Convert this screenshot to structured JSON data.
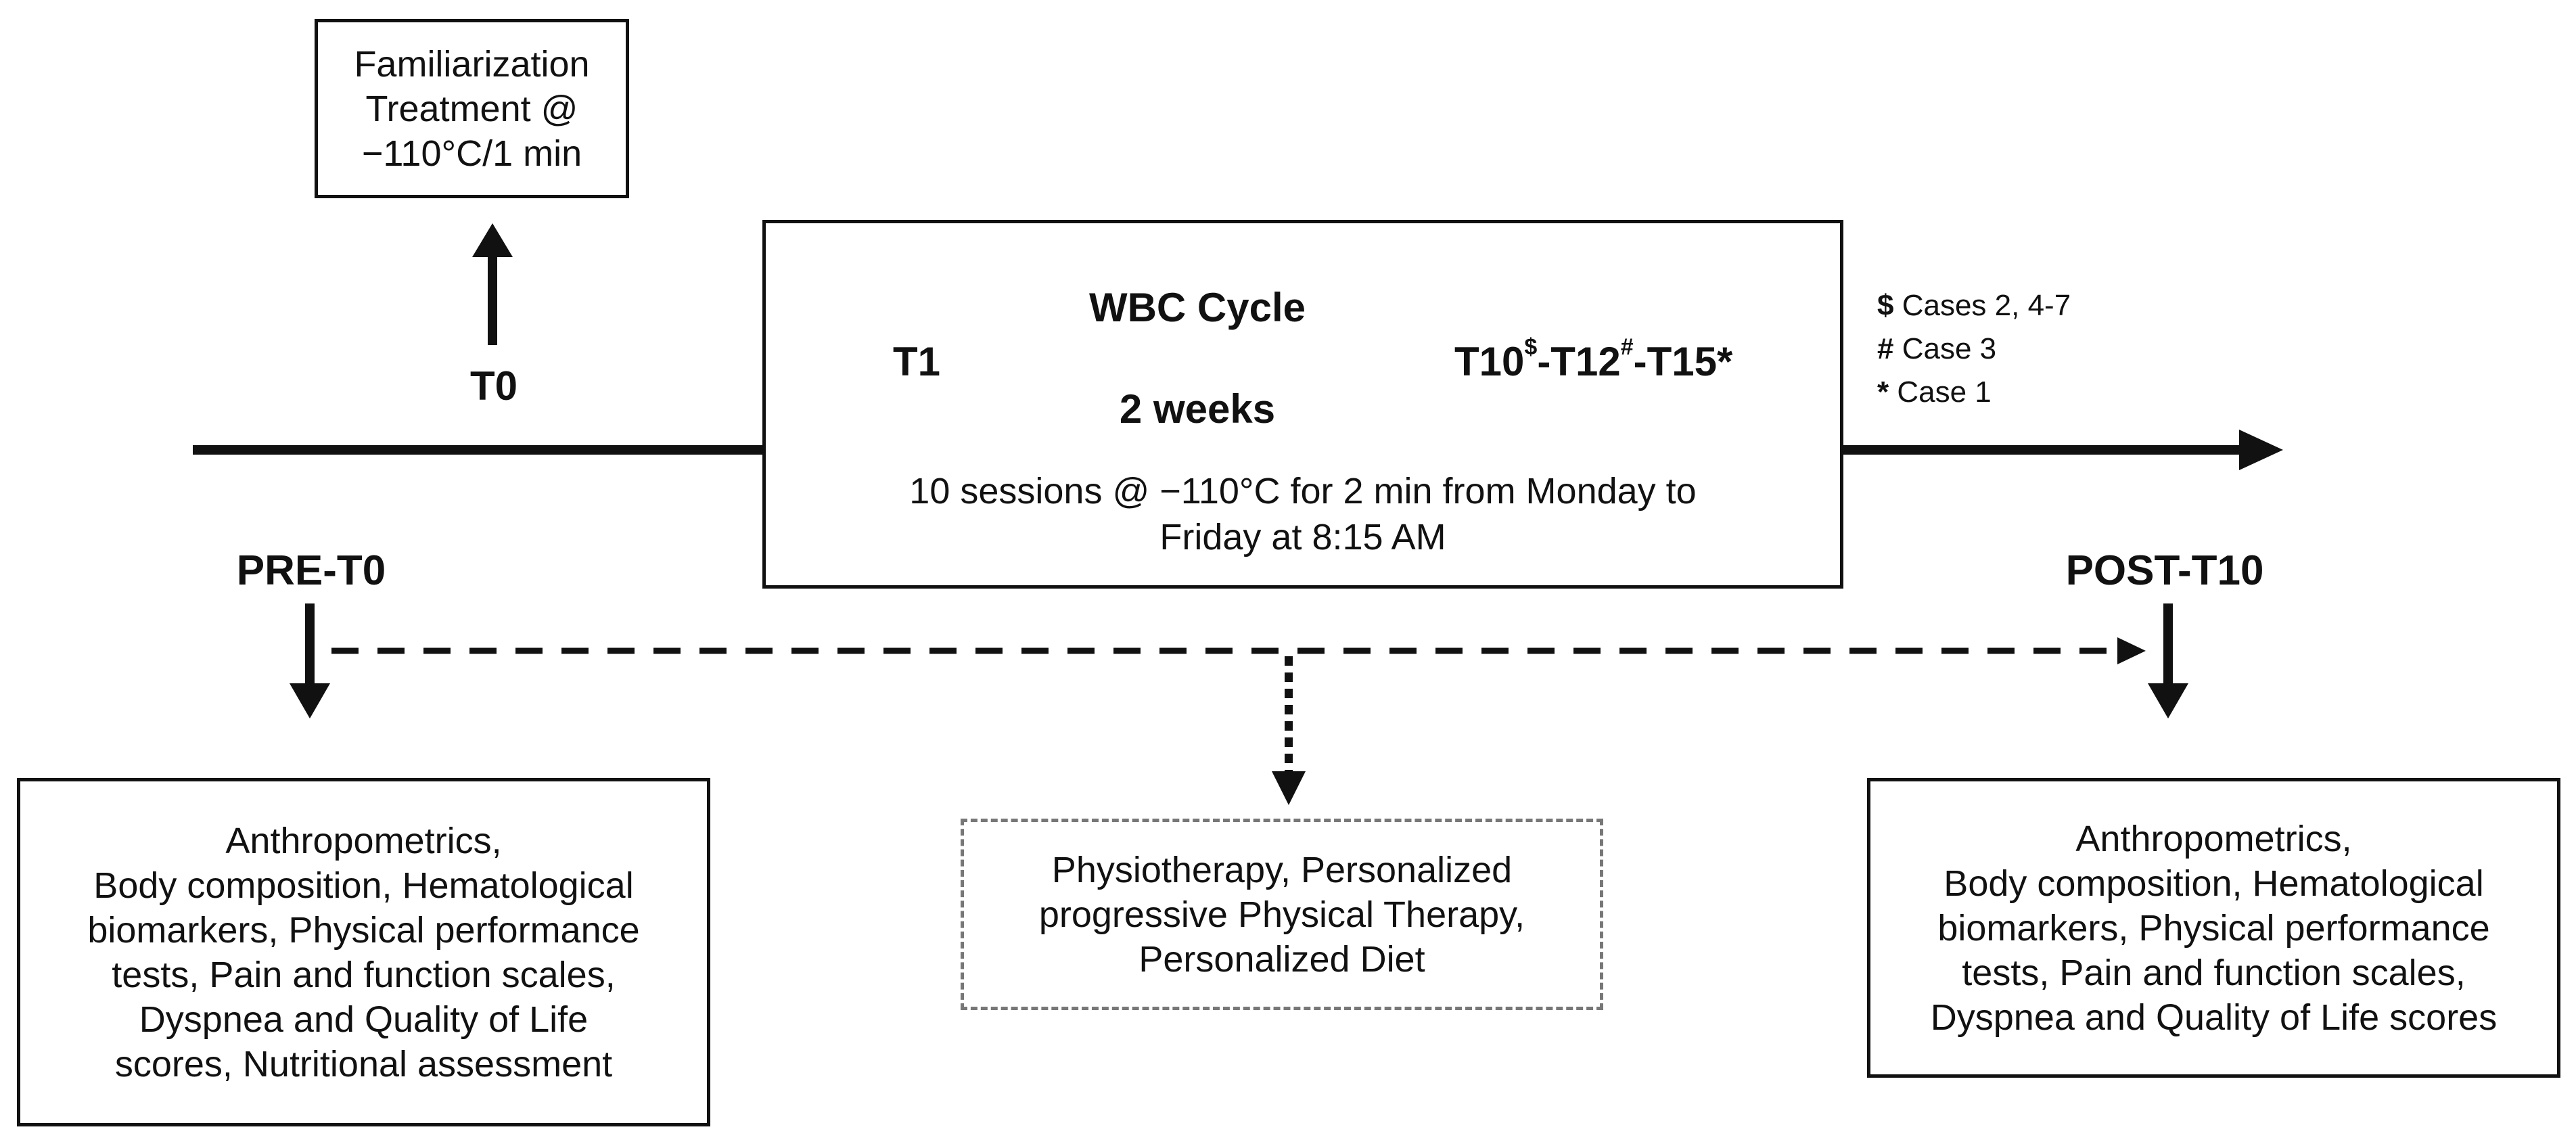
{
  "familiarization": {
    "line1": "Familiarization",
    "line2": "Treatment @",
    "line3": "−110°C/1 min"
  },
  "t0_label": "T0",
  "wbc": {
    "title": "WBC Cycle",
    "duration": "2 weeks",
    "start": "T1",
    "end_t10": "T10",
    "end_t10_mark": "$",
    "end_t12": "-T12",
    "end_t12_mark": "#",
    "end_t15": "-T15*",
    "sessions_line1": "10 sessions @ −110°C for 2 min from Monday to",
    "sessions_line2": "Friday at 8:15 AM"
  },
  "legend": {
    "line1_symbol": "$",
    "line1_text": " Cases 2, 4-7",
    "line2_symbol": "#",
    "line2_text": " Case 3",
    "line3_symbol": "*",
    "line3_text": " Case 1"
  },
  "pre_label": "PRE-T0",
  "post_label": "POST-T10",
  "pre_box": [
    "Anthropometrics,",
    "Body composition, Hematological",
    "biomarkers, Physical performance",
    "tests, Pain and function scales,",
    "Dyspnea and Quality of Life",
    "scores, Nutritional assessment"
  ],
  "middle_box": [
    "Physiotherapy, Personalized",
    "progressive Physical Therapy,",
    "Personalized Diet"
  ],
  "post_box": [
    "Anthropometrics,",
    "Body composition, Hematological",
    "biomarkers, Physical performance",
    "tests, Pain and function scales,",
    "Dyspnea and Quality of Life scores"
  ],
  "colors": {
    "line": "#111111",
    "dashed_box_border": "#777777"
  }
}
